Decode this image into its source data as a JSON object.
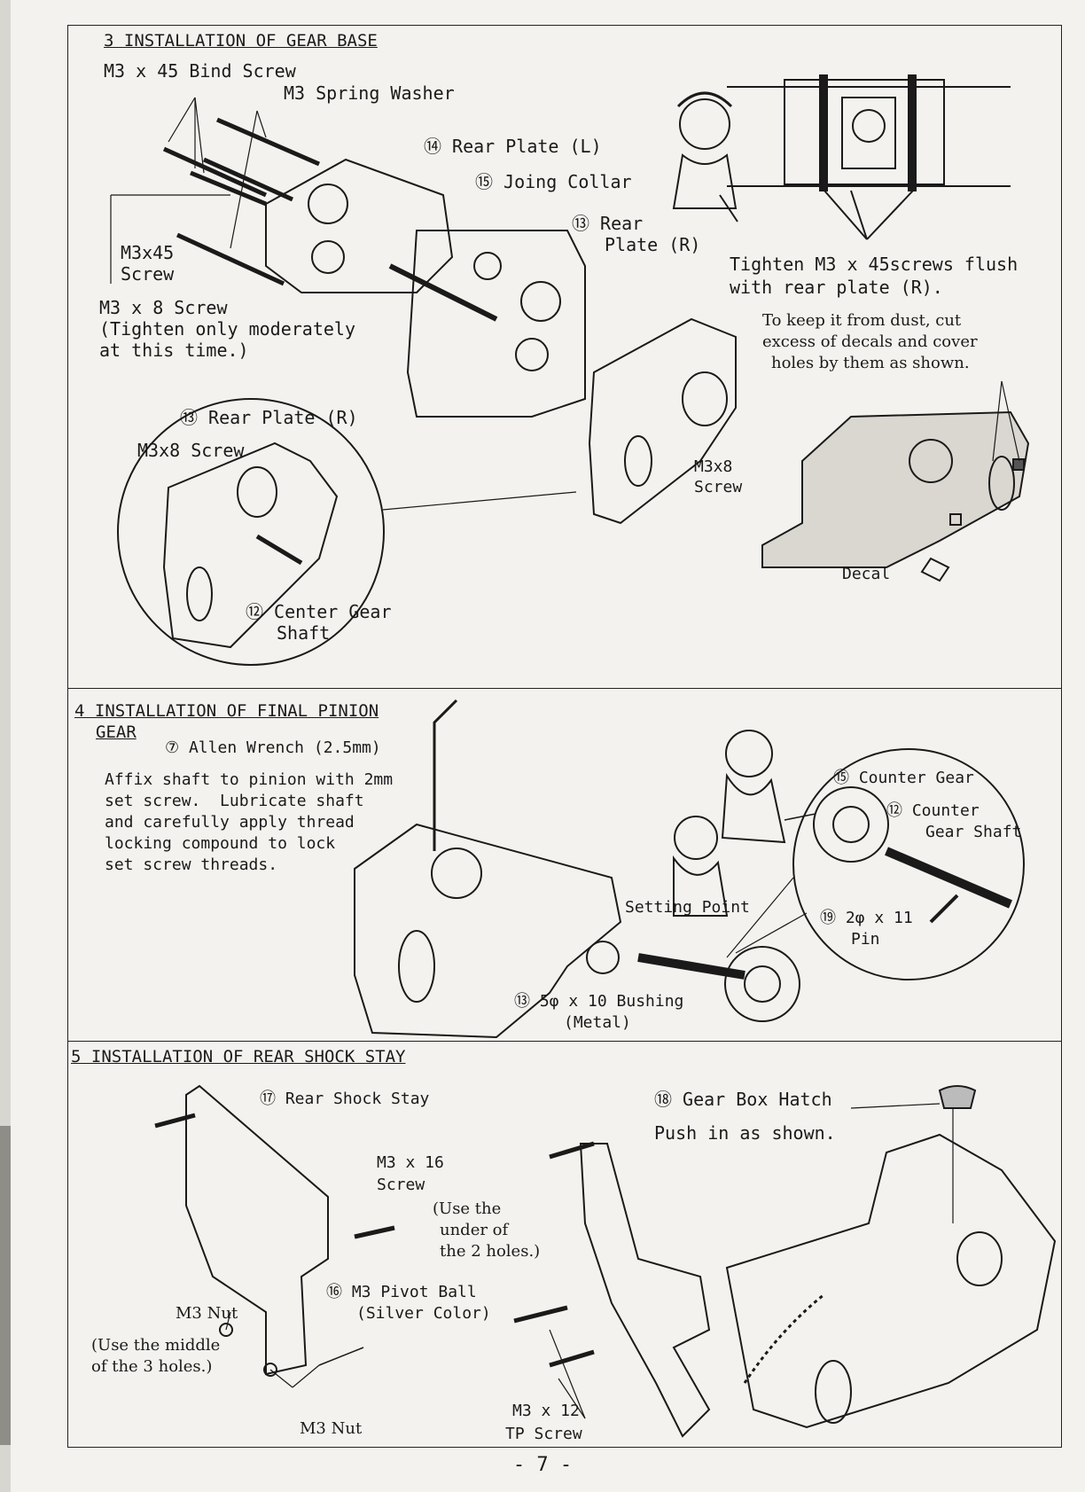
{
  "sections": {
    "s3": {
      "title": "3 INSTALLATION OF GEAR BASE",
      "labels": {
        "bind_screw": "M3 x 45 Bind Screw",
        "spring_washer": "M3 Spring Washer",
        "rear_plate_l": "⑭ Rear Plate (L)",
        "joing_collar": "⑮ Joing Collar",
        "rear_plate_r_1": "⑬ Rear",
        "rear_plate_r_2": "Plate (R)",
        "m3x45_1": "M3x45",
        "m3x45_2": "Screw",
        "m3x8_note_1": "M3 x 8 Screw",
        "m3x8_note_2": "(Tighten only moderately",
        "m3x8_note_3": "at this time.)",
        "tighten_1": "Tighten M3 x 45screws flush",
        "tighten_2": "with rear plate (R).",
        "dust_1": "To keep it from dust, cut",
        "dust_2": "excess of decals and cover",
        "dust_3": "holes by them as shown.",
        "inset_rear_plate": "⑬ Rear Plate (R)",
        "inset_m3x8": "M3x8 Screw",
        "m3x8b_1": "M3x8",
        "m3x8b_2": "Screw",
        "center_gear_1": "⑫ Center Gear",
        "center_gear_2": "Shaft",
        "decal": "Decal"
      }
    },
    "s4": {
      "title_1": "4 INSTALLATION OF FINAL PINION",
      "title_2": "GEAR",
      "labels": {
        "allen": "⑦ Allen Wrench (2.5mm)",
        "affix_1": "Affix shaft to pinion with 2mm",
        "affix_2": "set screw.  Lubricate shaft",
        "affix_3": "and carefully apply thread",
        "affix_4": "locking compound to lock",
        "affix_5": "set screw threads.",
        "counter_gear": "⑮ Counter Gear",
        "counter_shaft_1": "⑫ Counter",
        "counter_shaft_2": "Gear Shaft",
        "setting_point": "Setting Point",
        "pin_1": "⑲ 2φ x 11",
        "pin_2": "Pin",
        "bushing_1": "⑬ 5φ x 10 Bushing",
        "bushing_2": "(Metal)"
      }
    },
    "s5": {
      "title": "5 INSTALLATION OF REAR SHOCK STAY",
      "labels": {
        "shock_stay": "⑰ Rear Shock Stay",
        "m3x16_1": "M3 x 16",
        "m3x16_2": "Screw",
        "use_under_1": "(Use the",
        "use_under_2": "under of",
        "use_under_3": "the 2 holes.)",
        "pivot_1": "⑯ M3 Pivot Ball",
        "pivot_2": "(Silver Color)",
        "m3nut_a": "M3 Nut",
        "use_middle_1": "(Use the middle",
        "use_middle_2": "of the 3 holes.)",
        "m3nut_b": "M3 Nut",
        "m3x12_1": "M3 x 12",
        "m3x12_2": "TP Screw",
        "hatch": "⑱ Gear Box Hatch",
        "push": "Push in as shown."
      }
    }
  },
  "page_number": "-  7  -",
  "colors": {
    "ink": "#1a1a1a",
    "paper": "#f3f2ee"
  }
}
